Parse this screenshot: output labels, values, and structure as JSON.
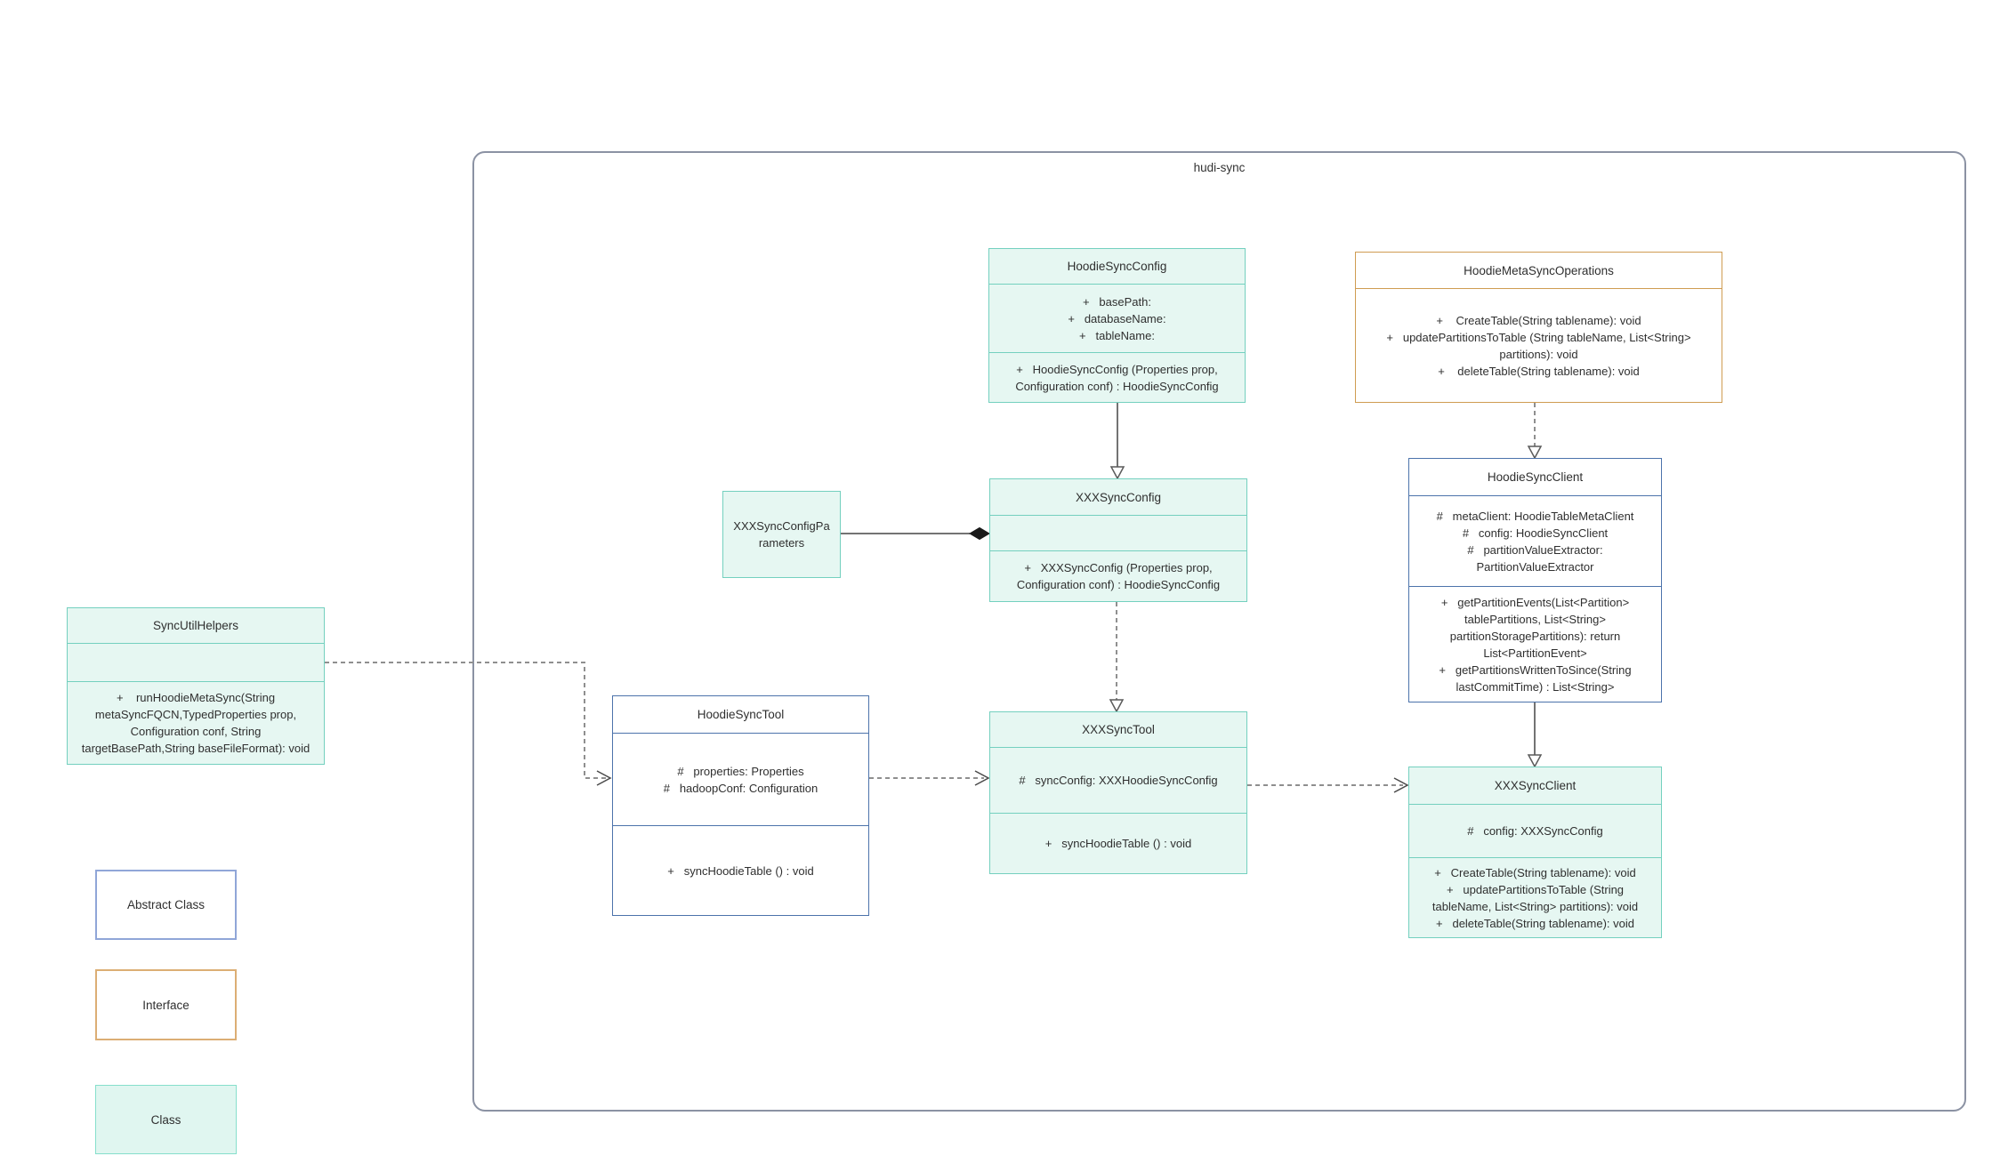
{
  "frame": {
    "label": "hudi-sync"
  },
  "classes": [
    {
      "name": "HoodieSyncConfig",
      "kind": "class",
      "attributes": [
        "+   basePath:",
        "+   databaseName:",
        "+   tableName:"
      ],
      "methods": [
        "+   HoodieSyncConfig (Properties prop, Configuration conf) : HoodieSyncConfig"
      ]
    },
    {
      "name": "HoodieMetaSyncOperations",
      "kind": "interface",
      "attributes": [],
      "methods": [
        "+    CreateTable(String tablename): void",
        "+   updatePartitionsToTable (String tableName, List<String> partitions): void",
        "+    deleteTable(String tablename): void"
      ]
    },
    {
      "name": "XXXSyncConfigParameters",
      "kind": "class",
      "attributes": [],
      "methods": []
    },
    {
      "name": "XXXSyncConfig",
      "kind": "class",
      "attributes": [],
      "methods": [
        "+   XXXSyncConfig (Properties prop, Configuration conf) : HoodieSyncConfig"
      ]
    },
    {
      "name": "HoodieSyncClient",
      "kind": "abstract",
      "attributes": [
        "#   metaClient: HoodieTableMetaClient",
        "#   config: HoodieSyncClient",
        "#   partitionValueExtractor: PartitionValueExtractor"
      ],
      "methods": [
        "+   getPartitionEvents(List<Partition> tablePartitions, List<String> partitionStoragePartitions): return List<PartitionEvent>",
        "+   getPartitionsWrittenToSince(String lastCommitTime) : List<String>"
      ]
    },
    {
      "name": "SyncUtilHelpers",
      "kind": "class",
      "attributes": [],
      "methods": [
        "+    runHoodieMetaSync(String metaSyncFQCN,TypedProperties prop, Configuration conf, String targetBasePath,String baseFileFormat): void"
      ]
    },
    {
      "name": "HoodieSyncTool",
      "kind": "abstract",
      "attributes": [
        "#   properties: Properties",
        "#   hadoopConf: Configuration"
      ],
      "methods": [
        "+   syncHoodieTable () : void"
      ]
    },
    {
      "name": "XXXSyncTool",
      "kind": "class",
      "attributes": [
        "#   syncConfig: XXXHoodieSyncConfig"
      ],
      "methods": [
        "+   syncHoodieTable () : void"
      ]
    },
    {
      "name": "XXXSyncClient",
      "kind": "class",
      "attributes": [
        "#   config: XXXSyncConfig"
      ],
      "methods": [
        "+   CreateTable(String tablename): void",
        "+   updatePartitionsToTable (String tableName, List<String> partitions): void",
        "+   deleteTable(String tablename): void"
      ]
    }
  ],
  "legend": [
    {
      "label": "Abstract Class"
    },
    {
      "label": "Interface"
    },
    {
      "label": "Class"
    }
  ],
  "relations": [
    {
      "from": "HoodieSyncConfig",
      "to": "XXXSyncConfig",
      "type": "generalization-solid-hollow-triangle"
    },
    {
      "from": "HoodieMetaSyncOperations",
      "to": "HoodieSyncClient",
      "type": "realization-dashed-hollow-triangle"
    },
    {
      "from": "HoodieSyncClient",
      "to": "XXXSyncClient",
      "type": "generalization-solid-hollow-triangle"
    },
    {
      "from": "XXXSyncConfig",
      "to": "XXXSyncTool",
      "type": "realization-dashed-hollow-triangle"
    },
    {
      "from": "XXXSyncConfigParameters",
      "to": "XXXSyncConfig",
      "type": "composition-filled-diamond"
    },
    {
      "from": "SyncUtilHelpers",
      "to": "HoodieSyncTool",
      "type": "dependency-dashed-open-arrow"
    },
    {
      "from": "HoodieSyncTool",
      "to": "XXXSyncTool",
      "type": "dependency-dashed-open-arrow"
    },
    {
      "from": "XXXSyncTool",
      "to": "XXXSyncClient",
      "type": "dependency-dashed-open-arrow"
    }
  ],
  "colors": {
    "class_fill": "#e6f7f2",
    "class_border": "#74d0bf",
    "abstract_border": "#4c73ab",
    "interface_border": "#cf9c52",
    "legend_abstract_border": "#90a6d8",
    "legend_interface_border": "#dcae74",
    "frame_border": "#8b92a3",
    "line_solid": "#737373",
    "line_dashed": "#8f8f8f"
  }
}
